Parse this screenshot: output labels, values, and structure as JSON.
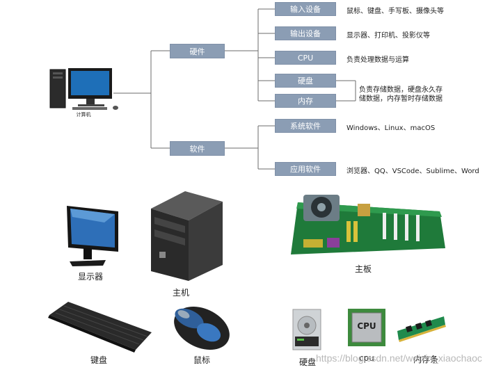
{
  "tree": {
    "root_label": "计算机",
    "hardware": "硬件",
    "software": "软件",
    "hardware_items": [
      {
        "label": "输入设备",
        "desc": "鼠标、键盘、手写板、摄像头等"
      },
      {
        "label": "输出设备",
        "desc": "显示器、打印机、投影仪等"
      },
      {
        "label": "CPU",
        "desc": "负责处理数据与运算"
      },
      {
        "label": "硬盘",
        "desc": ""
      },
      {
        "label": "内存",
        "desc": ""
      }
    ],
    "storage_desc_line1": "负责存储数据，硬盘永久存",
    "storage_desc_line2": "储数据，内存暂时存储数据",
    "software_items": [
      {
        "label": "系统软件",
        "desc": "Windows、Linux、macOS"
      },
      {
        "label": "应用软件",
        "desc": "浏览器、QQ、VSCode、Sublime、Word"
      }
    ]
  },
  "photos": {
    "monitor": "显示器",
    "host": "主机",
    "motherboard": "主板",
    "keyboard": "键盘",
    "mouse": "鼠标",
    "disk": "硬盘",
    "cpu": "cpu",
    "cpu_chip_text": "CPU",
    "memory": "内存条"
  },
  "watermark": "https://blog.csdn.net/weixin_xiaochaoc"
}
